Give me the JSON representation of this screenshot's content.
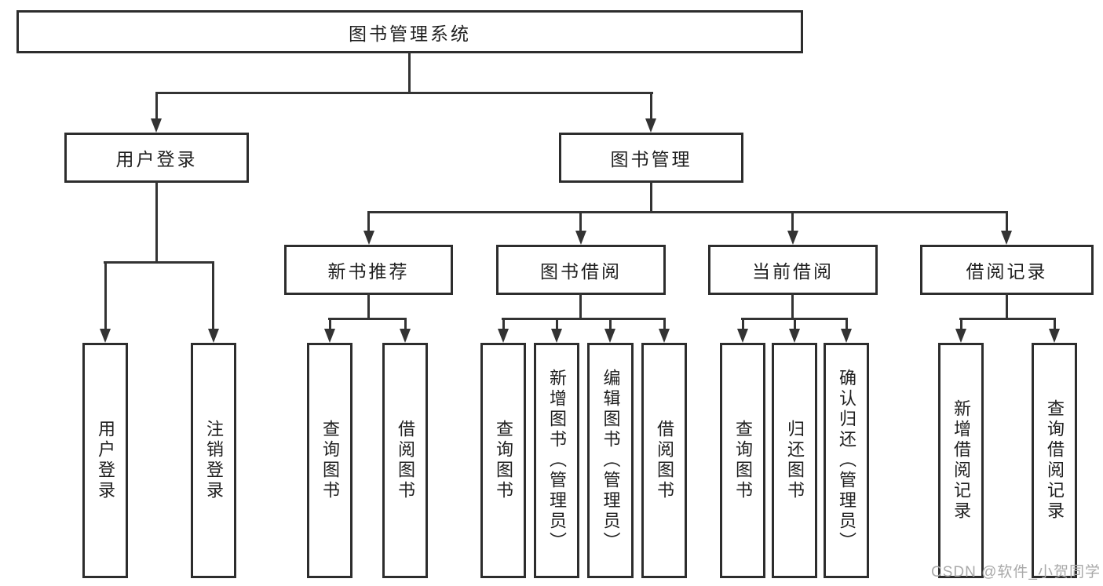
{
  "nodes": {
    "root": "图书管理系统",
    "user_login": "用户登录",
    "book_mgmt": "图书管理",
    "new_books": "新书推荐",
    "book_borrow": "图书借阅",
    "current_borrow": "当前借阅",
    "borrow_records": "借阅记录",
    "leaf_user_login": "用户登录",
    "leaf_logout": "注销登录",
    "leaf_nb_query": "查询图书",
    "leaf_nb_borrow": "借阅图书",
    "leaf_bb_query": "查询图书",
    "leaf_bb_add": "新增图书（管理员）",
    "leaf_bb_edit": "编辑图书（管理员）",
    "leaf_bb_borrow": "借阅图书",
    "leaf_cb_query": "查询图书",
    "leaf_cb_return": "归还图书",
    "leaf_cb_confirm": "确认归还（管理员）",
    "leaf_br_add": "新增借阅记录",
    "leaf_br_query": "查询借阅记录"
  },
  "hierarchy": {
    "图书管理系统": {
      "用户登录": [
        "用户登录",
        "注销登录"
      ],
      "图书管理": {
        "新书推荐": [
          "查询图书",
          "借阅图书"
        ],
        "图书借阅": [
          "查询图书",
          "新增图书（管理员）",
          "编辑图书（管理员）",
          "借阅图书"
        ],
        "当前借阅": [
          "查询图书",
          "归还图书",
          "确认归还（管理员）"
        ],
        "借阅记录": [
          "新增借阅记录",
          "查询借阅记录"
        ]
      }
    }
  },
  "watermark": "CSDN @软件_小贺同学",
  "colors": {
    "line": "#333333",
    "border": "#2d2d2d",
    "text": "#1f1f1f",
    "background": "#ffffff",
    "watermark": "#a9a9a9"
  }
}
